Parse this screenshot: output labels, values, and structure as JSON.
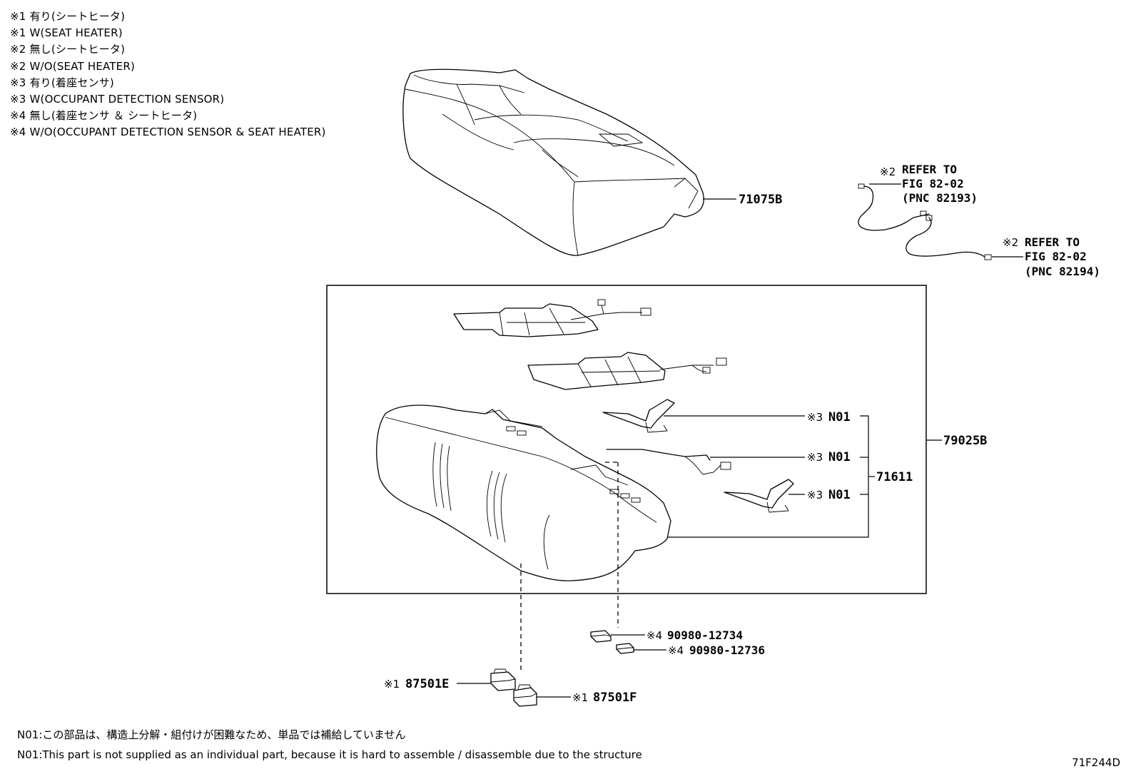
{
  "legend": [
    "※1 有り(シートヒータ)",
    "※1 W(SEAT HEATER)",
    "※2 無し(シートヒータ)",
    "※2 W/O(SEAT HEATER)",
    "※3 有り(着座センサ)",
    "※3 W(OCCUPANT DETECTION SENSOR)",
    "※4 無し(着座センサ ＆ シートヒータ)",
    "※4 W/O(OCCUPANT DETECTION SENSOR & SEAT HEATER)"
  ],
  "parts": {
    "cover": "71075B",
    "assembly": "79025B",
    "sensor_group": "71611",
    "sensor_1": "N01",
    "sensor_2": "N01",
    "sensor_3": "N01",
    "conn_1": "90980-12734",
    "conn_2": "90980-12736",
    "heater_1": "87501E",
    "heater_2": "87501F"
  },
  "marks": {
    "m1": "※1",
    "m2": "※2",
    "m3": "※3",
    "m4": "※4"
  },
  "refs": {
    "r1": {
      "line1": "REFER TO",
      "line2": "FIG 82-02",
      "line3": "(PNC 82193)"
    },
    "r2": {
      "line1": "REFER TO",
      "line2": "FIG 82-02",
      "line3": "(PNC 82194)"
    }
  },
  "notes": [
    "N01:この部品は、構造上分解・組付けが困難なため、単品では補給していません",
    "N01:This part is not supplied as an individual part, because it is hard to assemble / disassemble due to the structure"
  ],
  "figure_id": "71F244D"
}
